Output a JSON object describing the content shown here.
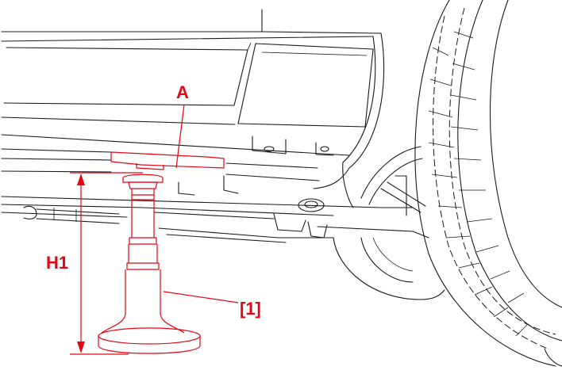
{
  "labels": {
    "a": "A",
    "h1": "H1",
    "part": "[1]"
  },
  "colors": {
    "highlight": "#e30613",
    "line": "#1a1a1a",
    "background": "#ffffff"
  }
}
